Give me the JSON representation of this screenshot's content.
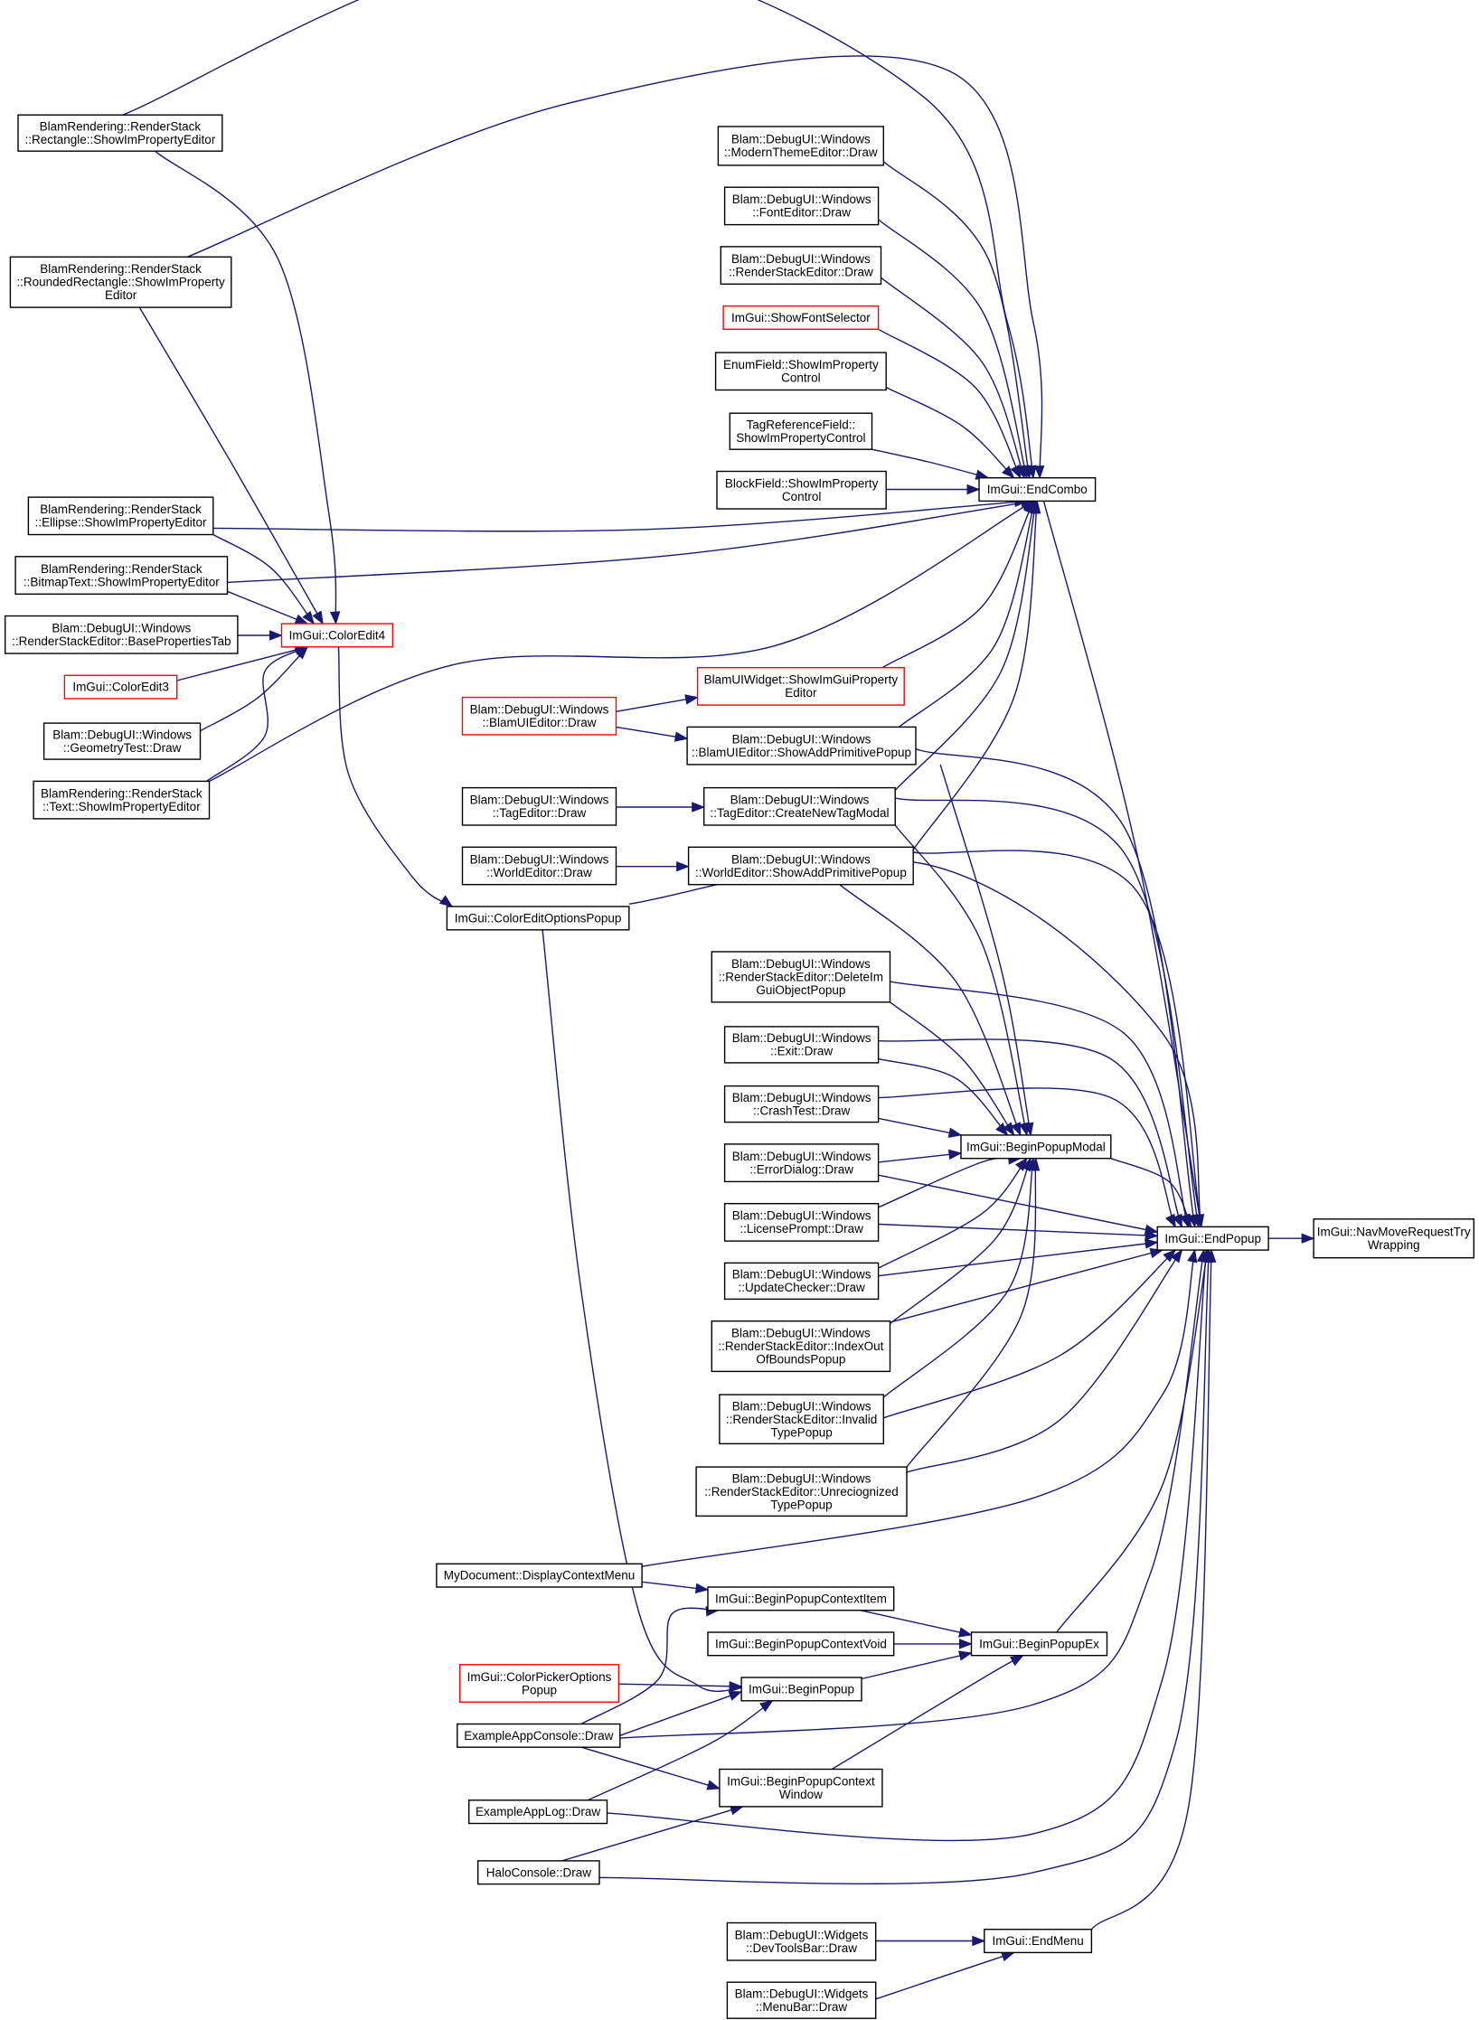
{
  "colors": {
    "edge": "#191970",
    "node_border": "#000000",
    "node_border_undocumented": "#ff0000",
    "target_fill": "#bfbfbf"
  },
  "nodes": [
    {
      "id": "NavMoveRequestTryWrapping",
      "lines": [
        "ImGui::NavMoveRequestTry",
        "Wrapping"
      ],
      "kind": "target"
    },
    {
      "id": "EndPopup",
      "lines": [
        "ImGui::EndPopup"
      ],
      "kind": "normal"
    },
    {
      "id": "EndCombo",
      "lines": [
        "ImGui::EndCombo"
      ],
      "kind": "normal"
    },
    {
      "id": "BeginPopupModal",
      "lines": [
        "ImGui::BeginPopupModal"
      ],
      "kind": "normal"
    },
    {
      "id": "BeginPopupEx",
      "lines": [
        "ImGui::BeginPopupEx"
      ],
      "kind": "normal"
    },
    {
      "id": "EndMenu",
      "lines": [
        "ImGui::EndMenu"
      ],
      "kind": "normal"
    },
    {
      "id": "ColorEdit4",
      "lines": [
        "ImGui::ColorEdit4"
      ],
      "kind": "red"
    },
    {
      "id": "ColorEditOptionsPopup",
      "lines": [
        "ImGui::ColorEditOptionsPopup"
      ],
      "kind": "normal"
    },
    {
      "id": "RectEditor",
      "lines": [
        "BlamRendering::RenderStack",
        "::Rectangle::ShowImPropertyEditor"
      ],
      "kind": "normal"
    },
    {
      "id": "RoundedRectEditor",
      "lines": [
        "BlamRendering::RenderStack",
        "::RoundedRectangle::ShowImProperty",
        "Editor"
      ],
      "kind": "normal"
    },
    {
      "id": "EllipseEditor",
      "lines": [
        "BlamRendering::RenderStack",
        "::Ellipse::ShowImPropertyEditor"
      ],
      "kind": "normal"
    },
    {
      "id": "BitmapTextEditor",
      "lines": [
        "BlamRendering::RenderStack",
        "::BitmapText::ShowImPropertyEditor"
      ],
      "kind": "normal"
    },
    {
      "id": "BasePropertiesTab",
      "lines": [
        "Blam::DebugUI::Windows",
        "::RenderStackEditor::BasePropertiesTab"
      ],
      "kind": "normal"
    },
    {
      "id": "ColorEdit3",
      "lines": [
        "ImGui::ColorEdit3"
      ],
      "kind": "red"
    },
    {
      "id": "GeometryTest",
      "lines": [
        "Blam::DebugUI::Windows",
        "::GeometryTest::Draw"
      ],
      "kind": "normal"
    },
    {
      "id": "TextEditor",
      "lines": [
        "BlamRendering::RenderStack",
        "::Text::ShowImPropertyEditor"
      ],
      "kind": "normal"
    },
    {
      "id": "ModernTheme",
      "lines": [
        "Blam::DebugUI::Windows",
        "::ModernThemeEditor::Draw"
      ],
      "kind": "normal"
    },
    {
      "id": "FontEditor",
      "lines": [
        "Blam::DebugUI::Windows",
        "::FontEditor::Draw"
      ],
      "kind": "normal"
    },
    {
      "id": "RSEditorDraw",
      "lines": [
        "Blam::DebugUI::Windows",
        "::RenderStackEditor::Draw"
      ],
      "kind": "normal"
    },
    {
      "id": "ShowFontSelector",
      "lines": [
        "ImGui::ShowFontSelector"
      ],
      "kind": "red"
    },
    {
      "id": "EnumField",
      "lines": [
        "EnumField::ShowImProperty",
        "Control"
      ],
      "kind": "normal"
    },
    {
      "id": "TagRefField",
      "lines": [
        "TagReferenceField::",
        "ShowImPropertyControl"
      ],
      "kind": "normal"
    },
    {
      "id": "BlockField",
      "lines": [
        "BlockField::ShowImProperty",
        "Control"
      ],
      "kind": "normal"
    },
    {
      "id": "BlamUIWidget",
      "lines": [
        "BlamUIWidget::ShowImGuiProperty",
        "Editor"
      ],
      "kind": "red"
    },
    {
      "id": "BlamUIEditorDraw",
      "lines": [
        "Blam::DebugUI::Windows",
        "::BlamUIEditor::Draw"
      ],
      "kind": "red"
    },
    {
      "id": "BlamUIAddPrim",
      "lines": [
        "Blam::DebugUI::Windows",
        "::BlamUIEditor::ShowAddPrimitivePopup"
      ],
      "kind": "normal"
    },
    {
      "id": "TagEditorDraw",
      "lines": [
        "Blam::DebugUI::Windows",
        "::TagEditor::Draw"
      ],
      "kind": "normal"
    },
    {
      "id": "CreateNewTag",
      "lines": [
        "Blam::DebugUI::Windows",
        "::TagEditor::CreateNewTagModal"
      ],
      "kind": "normal"
    },
    {
      "id": "WorldEditorDraw",
      "lines": [
        "Blam::DebugUI::Windows",
        "::WorldEditor::Draw"
      ],
      "kind": "normal"
    },
    {
      "id": "WorldAddPrim",
      "lines": [
        "Blam::DebugUI::Windows",
        "::WorldEditor::ShowAddPrimitivePopup"
      ],
      "kind": "normal"
    },
    {
      "id": "DeleteImGui",
      "lines": [
        "Blam::DebugUI::Windows",
        "::RenderStackEditor::DeleteIm",
        "GuiObjectPopup"
      ],
      "kind": "normal"
    },
    {
      "id": "ExitDraw",
      "lines": [
        "Blam::DebugUI::Windows",
        "::Exit::Draw"
      ],
      "kind": "normal"
    },
    {
      "id": "CrashTest",
      "lines": [
        "Blam::DebugUI::Windows",
        "::CrashTest::Draw"
      ],
      "kind": "normal"
    },
    {
      "id": "ErrorDialog",
      "lines": [
        "Blam::DebugUI::Windows",
        "::ErrorDialog::Draw"
      ],
      "kind": "normal"
    },
    {
      "id": "LicensePrompt",
      "lines": [
        "Blam::DebugUI::Windows",
        "::LicensePrompt::Draw"
      ],
      "kind": "normal"
    },
    {
      "id": "UpdateChecker",
      "lines": [
        "Blam::DebugUI::Windows",
        "::UpdateChecker::Draw"
      ],
      "kind": "normal"
    },
    {
      "id": "IndexOut",
      "lines": [
        "Blam::DebugUI::Windows",
        "::RenderStackEditor::IndexOut",
        "OfBoundsPopup"
      ],
      "kind": "normal"
    },
    {
      "id": "InvalidType",
      "lines": [
        "Blam::DebugUI::Windows",
        "::RenderStackEditor::Invalid",
        "TypePopup"
      ],
      "kind": "normal"
    },
    {
      "id": "Unrecognized",
      "lines": [
        "Blam::DebugUI::Windows",
        "::RenderStackEditor::Unreciognized",
        "TypePopup"
      ],
      "kind": "normal"
    },
    {
      "id": "MyDocument",
      "lines": [
        "MyDocument::DisplayContextMenu"
      ],
      "kind": "normal"
    },
    {
      "id": "BeginPopupContextItem",
      "lines": [
        "ImGui::BeginPopupContextItem"
      ],
      "kind": "normal"
    },
    {
      "id": "BeginPopupContextVoid",
      "lines": [
        "ImGui::BeginPopupContextVoid"
      ],
      "kind": "normal"
    },
    {
      "id": "ColorPickerOptions",
      "lines": [
        "ImGui::ColorPickerOptions",
        "Popup"
      ],
      "kind": "red"
    },
    {
      "id": "BeginPopup",
      "lines": [
        "ImGui::BeginPopup"
      ],
      "kind": "normal"
    },
    {
      "id": "ExampleConsole",
      "lines": [
        "ExampleAppConsole::Draw"
      ],
      "kind": "normal"
    },
    {
      "id": "BeginPopupContextWindow",
      "lines": [
        "ImGui::BeginPopupContext",
        "Window"
      ],
      "kind": "normal"
    },
    {
      "id": "ExampleLog",
      "lines": [
        "ExampleAppLog::Draw"
      ],
      "kind": "normal"
    },
    {
      "id": "HaloConsole",
      "lines": [
        "HaloConsole::Draw"
      ],
      "kind": "normal"
    },
    {
      "id": "DevToolsBar",
      "lines": [
        "Blam::DebugUI::Widgets",
        "::DevToolsBar::Draw"
      ],
      "kind": "normal"
    },
    {
      "id": "MenuBar",
      "lines": [
        "Blam::DebugUI::Widgets",
        "::MenuBar::Draw"
      ],
      "kind": "normal"
    }
  ]
}
